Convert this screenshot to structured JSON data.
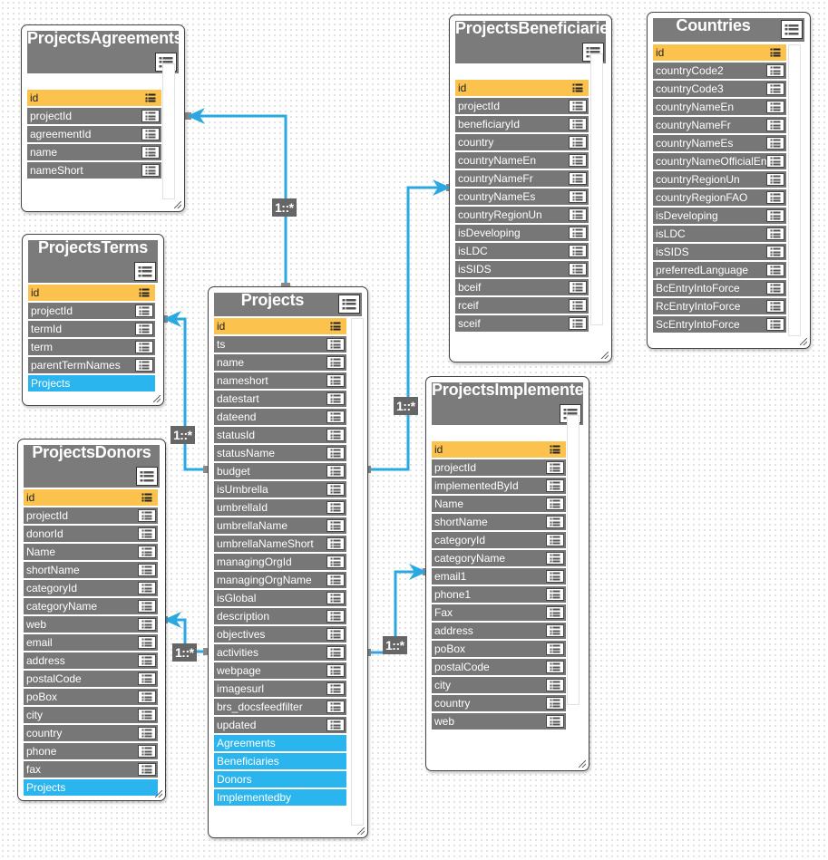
{
  "colors": {
    "header": "#7b7b7b",
    "field": "#777777",
    "primary_key": "#fbc34e",
    "navigation": "#2bb5ee",
    "link": "#2aa9e0"
  },
  "icons": {
    "header_icon": "table-list-icon",
    "field_icon": "list-icon",
    "resize_icon": "resize-grip-icon"
  },
  "cardinality_label": "1::*",
  "entities": [
    {
      "id": "projects",
      "title": "Projects",
      "fields": [
        {
          "name": "id",
          "kind": "pk"
        },
        {
          "name": "ts"
        },
        {
          "name": "name"
        },
        {
          "name": "nameshort"
        },
        {
          "name": "datestart"
        },
        {
          "name": "dateend"
        },
        {
          "name": "statusId"
        },
        {
          "name": "statusName"
        },
        {
          "name": "budget"
        },
        {
          "name": "isUmbrella"
        },
        {
          "name": "umbrellaId"
        },
        {
          "name": "umbrellaName"
        },
        {
          "name": "umbrellaNameShort"
        },
        {
          "name": "managingOrgId"
        },
        {
          "name": "managingOrgName"
        },
        {
          "name": "isGlobal"
        },
        {
          "name": "description"
        },
        {
          "name": "objectives"
        },
        {
          "name": "activities"
        },
        {
          "name": "webpage"
        },
        {
          "name": "imagesurl"
        },
        {
          "name": "brs_docsfeedfilter"
        },
        {
          "name": "updated"
        },
        {
          "name": "Agreements",
          "kind": "nav"
        },
        {
          "name": "Beneficiaries",
          "kind": "nav"
        },
        {
          "name": "Donors",
          "kind": "nav"
        },
        {
          "name": "Implementedby",
          "kind": "nav"
        }
      ]
    },
    {
      "id": "agreements",
      "title": "ProjectsAgreements",
      "fields": [
        {
          "name": "id",
          "kind": "pk"
        },
        {
          "name": "projectId"
        },
        {
          "name": "agreementId"
        },
        {
          "name": "name"
        },
        {
          "name": "nameShort"
        }
      ]
    },
    {
      "id": "terms",
      "title": "ProjectsTerms",
      "fields": [
        {
          "name": "id",
          "kind": "pk"
        },
        {
          "name": "projectId"
        },
        {
          "name": "termId"
        },
        {
          "name": "term"
        },
        {
          "name": "parentTermNames"
        },
        {
          "name": "Projects",
          "kind": "nav"
        }
      ]
    },
    {
      "id": "donors",
      "title": "ProjectsDonors",
      "fields": [
        {
          "name": "id",
          "kind": "pk"
        },
        {
          "name": "projectId"
        },
        {
          "name": "donorId"
        },
        {
          "name": "Name"
        },
        {
          "name": "shortName"
        },
        {
          "name": "categoryId"
        },
        {
          "name": "categoryName"
        },
        {
          "name": "web"
        },
        {
          "name": "email"
        },
        {
          "name": "address"
        },
        {
          "name": "postalCode"
        },
        {
          "name": "poBox"
        },
        {
          "name": "city"
        },
        {
          "name": "country"
        },
        {
          "name": "phone"
        },
        {
          "name": "fax"
        },
        {
          "name": "Projects",
          "kind": "nav"
        }
      ]
    },
    {
      "id": "beneficiaries",
      "title": "ProjectsBeneficiaries",
      "fields": [
        {
          "name": "id",
          "kind": "pk"
        },
        {
          "name": "projectId"
        },
        {
          "name": "beneficiaryId"
        },
        {
          "name": "country"
        },
        {
          "name": "countryNameEn"
        },
        {
          "name": "countryNameFr"
        },
        {
          "name": "countryNameEs"
        },
        {
          "name": "countryRegionUn"
        },
        {
          "name": "isDeveloping"
        },
        {
          "name": "isLDC"
        },
        {
          "name": "isSIDS"
        },
        {
          "name": "bceif"
        },
        {
          "name": "rceif"
        },
        {
          "name": "sceif"
        }
      ]
    },
    {
      "id": "implementedby",
      "title": "ProjectsImplementedBy",
      "fields": [
        {
          "name": "id",
          "kind": "pk"
        },
        {
          "name": "projectId"
        },
        {
          "name": "implementedById"
        },
        {
          "name": "Name"
        },
        {
          "name": "shortName"
        },
        {
          "name": "categoryId"
        },
        {
          "name": "categoryName"
        },
        {
          "name": "email1"
        },
        {
          "name": "phone1"
        },
        {
          "name": "Fax"
        },
        {
          "name": "address"
        },
        {
          "name": "poBox"
        },
        {
          "name": "postalCode"
        },
        {
          "name": "city"
        },
        {
          "name": "country"
        },
        {
          "name": "web"
        }
      ]
    },
    {
      "id": "countries",
      "title": "Countries",
      "fields": [
        {
          "name": "id",
          "kind": "pk"
        },
        {
          "name": "countryCode2"
        },
        {
          "name": "countryCode3"
        },
        {
          "name": "countryNameEn"
        },
        {
          "name": "countryNameFr"
        },
        {
          "name": "countryNameEs"
        },
        {
          "name": "countryNameOfficialEn"
        },
        {
          "name": "countryRegionUn"
        },
        {
          "name": "countryRegionFAO"
        },
        {
          "name": "isDeveloping"
        },
        {
          "name": "isLDC"
        },
        {
          "name": "isSIDS"
        },
        {
          "name": "preferredLanguage"
        },
        {
          "name": "BcEntryIntoForce"
        },
        {
          "name": "RcEntryIntoForce"
        },
        {
          "name": "ScEntryIntoForce"
        }
      ]
    }
  ],
  "relationships": [
    {
      "from": "projects",
      "to": "agreements",
      "label": "1::*"
    },
    {
      "from": "projects",
      "to": "terms",
      "label": "1::*"
    },
    {
      "from": "projects",
      "to": "donors",
      "label": "1::*"
    },
    {
      "from": "projects",
      "to": "beneficiaries",
      "label": "1::*"
    },
    {
      "from": "projects",
      "to": "implementedby",
      "label": "1::*"
    }
  ]
}
